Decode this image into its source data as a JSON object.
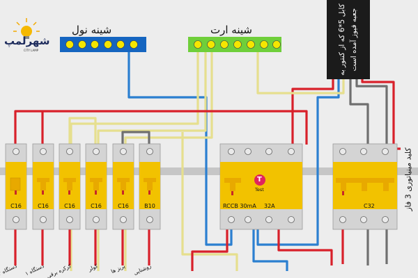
{
  "logo": {
    "text": "شهرلمپ",
    "subtitle": "CITY LAMP"
  },
  "neutral_bus": {
    "title": "شینه نول"
  },
  "earth_bus": {
    "title": "شینه ارت"
  },
  "cable_label": "کابل 5*6 که از کنتور به جعبه فیوز آمده است",
  "side_label": "کلید مینیاتوری 3 فاز",
  "breakers": [
    {
      "rating": "C16",
      "bottom_label": "دستگاه ۲"
    },
    {
      "rating": "C16",
      "bottom_label": "دستگاه ۱"
    },
    {
      "rating": "C16",
      "bottom_label": "کرکره برقی"
    },
    {
      "rating": "C16",
      "bottom_label": "کولر"
    },
    {
      "rating": "C16",
      "bottom_label": "پریز ها"
    },
    {
      "rating": "B10",
      "bottom_label": "روشنایی"
    }
  ],
  "rccb": {
    "label": "RCCB 30mA",
    "rating": "32A",
    "test_symbol": "T",
    "test_label": "Test"
  },
  "mcb3": {
    "rating": "C32"
  },
  "colors": {
    "phase": "#d8202a",
    "neutral": "#2b7fd0",
    "earth": "#e6df8e",
    "gray_wire": "#6f6f6f",
    "neutral_bus": "#1565c0",
    "earth_bus": "#6fcf3a",
    "breaker_body": "#d4d4d4",
    "breaker_band": "#f2c200",
    "test_button": "#e0245e"
  }
}
